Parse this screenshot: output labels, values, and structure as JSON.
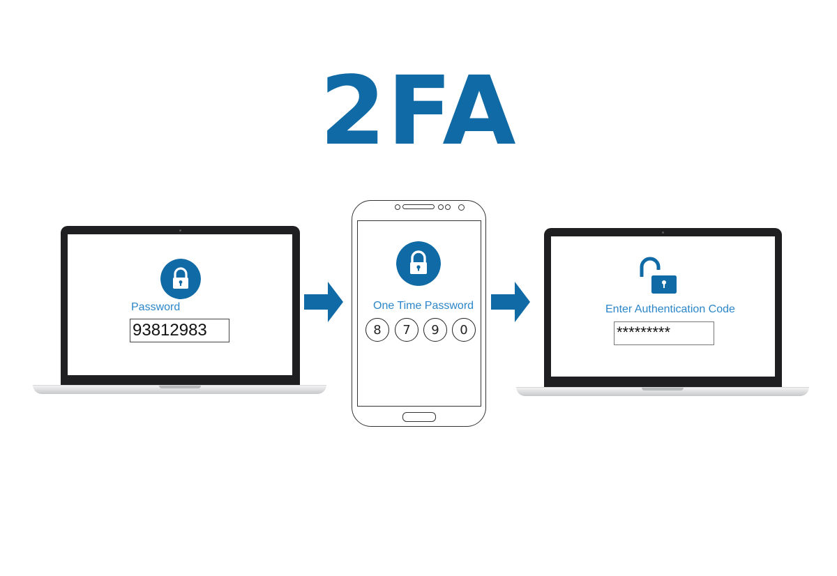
{
  "title": "2FA",
  "colors": {
    "accent": "#0f6aa6",
    "label_blue": "#2b86c9",
    "device_dark": "#1f1f21"
  },
  "step1": {
    "icon": "lock-icon",
    "label": "Password",
    "value": "93812983"
  },
  "step2": {
    "icon": "lock-icon",
    "label": "One Time Password",
    "digits": [
      "8",
      "7",
      "9",
      "0"
    ]
  },
  "step3": {
    "icon": "unlock-icon",
    "label": "Enter Authentication Code",
    "value": "*********"
  },
  "arrows": [
    "arrow-right-icon",
    "arrow-right-icon"
  ]
}
